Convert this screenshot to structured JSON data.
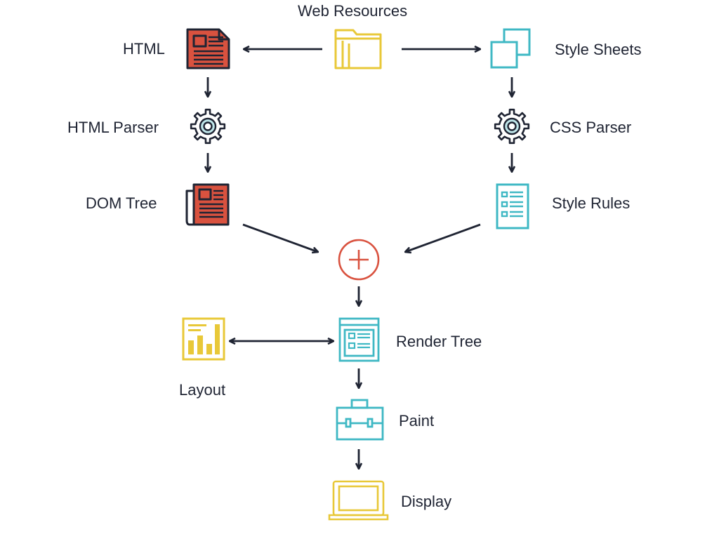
{
  "diagram": {
    "title": "Web Resources",
    "nodes": {
      "html": "HTML",
      "style_sheets": "Style Sheets",
      "html_parser": "HTML Parser",
      "css_parser": "CSS Parser",
      "dom_tree": "DOM Tree",
      "style_rules": "Style Rules",
      "render_tree": "Render Tree",
      "layout": "Layout",
      "paint": "Paint",
      "display": "Display"
    },
    "colors": {
      "red": "#d9523f",
      "yellow": "#e8c838",
      "teal": "#3fb8c4",
      "dark": "#1f2433",
      "gear_inner": "#bfe6ea"
    },
    "icons": {
      "web_resources": "folder-icon",
      "html": "html-document-icon",
      "style_sheets": "stacked-squares-icon",
      "html_parser": "gear-icon",
      "css_parser": "gear-icon",
      "dom_tree": "newspaper-icon",
      "style_rules": "checklist-document-icon",
      "combine": "plus-circle-icon",
      "render_tree": "window-list-icon",
      "layout": "bar-chart-icon",
      "paint": "toolbox-icon",
      "display": "laptop-icon"
    }
  }
}
